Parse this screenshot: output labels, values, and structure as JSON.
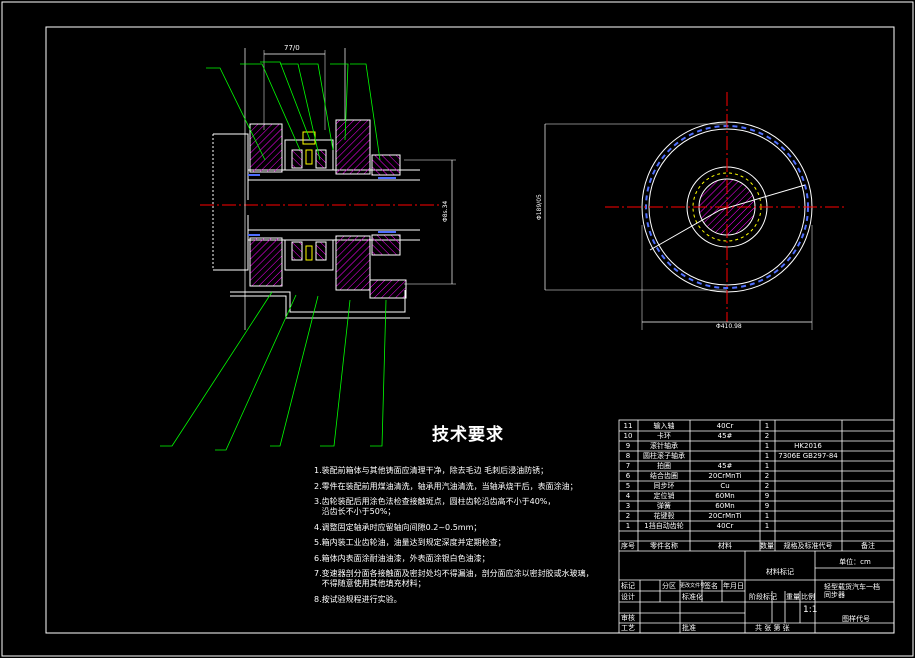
{
  "colors": {
    "background": "#000000",
    "outline": "#ffffff",
    "leader_lines": "#00ff00",
    "centerline": "#ff0000",
    "hatch": "#ff00ff",
    "blue_detail": "#4f6fff",
    "section_fill": "#c08080"
  },
  "dimensions": {
    "top_width": "77/0",
    "bore_left": "Φ8s.34",
    "outer_right_vertical": "Φ189/05",
    "outer_bottom": "Φ410.98"
  },
  "tech_requirements": {
    "title": "技术要求",
    "items": [
      "1.装配前箱体与其他铸面应清理干净，除去毛边 毛刺后浸油防锈；",
      "2.零件在装配前用煤油清洗，轴承用汽油清洗，当轴承烧干后，表面涂油；",
      "3.齿轮装配后用涂色法检查接触斑点，圆柱齿轮沿齿高不小于40%，\n   沿齿长不小于50%；",
      "4.调整固定轴承时应留轴向间隙0.2~0.5mm；",
      "5.箱内装工业齿轮油，油量达到规定深度并定期检查；",
      "6.箱体内表面涂耐油油漆，外表面涂银白色油漆；",
      "7.变速器剖分面各接触面及密封处均不得漏油，剖分面应涂以密封胶或水玻璃，\n   不得随意使用其他填充材料；",
      "8.按试验规程进行实验。"
    ]
  },
  "parts_list": [
    {
      "no": "11",
      "name": "输入轴",
      "material": "40Cr",
      "qty": "1",
      "std": ""
    },
    {
      "no": "10",
      "name": "卡环",
      "material": "45#",
      "qty": "2",
      "std": ""
    },
    {
      "no": "9",
      "name": "滚针轴承",
      "material": "",
      "qty": "1",
      "std": "HK2016"
    },
    {
      "no": "8",
      "name": "圆柱滚子轴承",
      "material": "",
      "qty": "1",
      "std": "7306E GB297-84"
    },
    {
      "no": "7",
      "name": "拍圈",
      "material": "45#",
      "qty": "1",
      "std": ""
    },
    {
      "no": "6",
      "name": "结合齿圈",
      "material": "20CrMnTi",
      "qty": "2",
      "std": ""
    },
    {
      "no": "5",
      "name": "同步环",
      "material": "Cu",
      "qty": "2",
      "std": ""
    },
    {
      "no": "4",
      "name": "定位销",
      "material": "60Mn",
      "qty": "9",
      "std": ""
    },
    {
      "no": "3",
      "name": "弹簧",
      "material": "60Mn",
      "qty": "9",
      "std": ""
    },
    {
      "no": "2",
      "name": "花键毂",
      "material": "20CrMnTi",
      "qty": "1",
      "std": ""
    },
    {
      "no": "1",
      "name": "1挡自动齿轮",
      "material": "40Cr",
      "qty": "1",
      "std": ""
    }
  ],
  "parts_header": {
    "no": "序号",
    "name": "零件名称",
    "material": "材料",
    "qty": "数量",
    "std": "规格及标准代号",
    "remark": "备注"
  },
  "title_block": {
    "unit": "单位：cm",
    "material_mark": "材料标记",
    "drawing_name": "轻型载货汽车一档\n同步器",
    "revision_mark": "标记",
    "zone": "分区",
    "file_no": "更改文件号",
    "signature": "签名",
    "date": "年月日",
    "design": "设计",
    "standardize": "标准化",
    "stage_mark": "阶段标记",
    "weight": "重量",
    "scale_label": "比例",
    "scale_value": "1:1",
    "review": "审核",
    "process": "工艺",
    "approve": "批准",
    "sheets": "共 张  第 张",
    "drawing_code": "图样代号"
  }
}
